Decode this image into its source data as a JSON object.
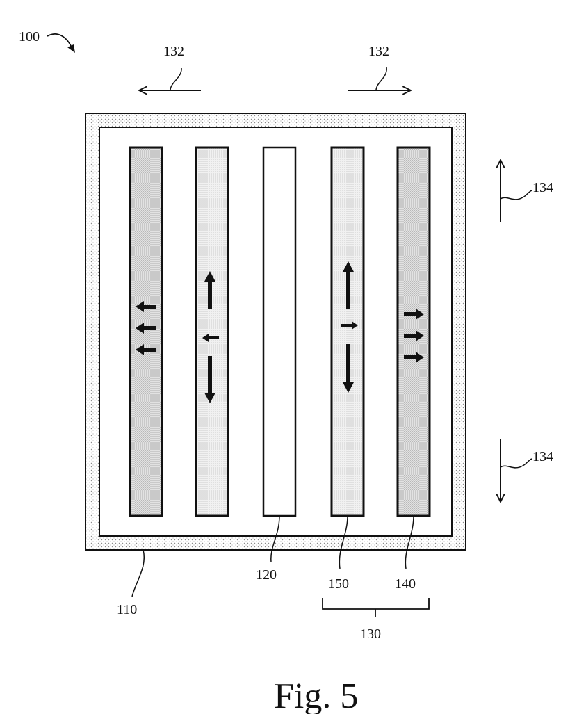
{
  "figure": {
    "caption": "Fig. 5",
    "colors": {
      "stroke": "#111111",
      "background": "#ffffff",
      "stipple": "#9a9a9a",
      "fill_light": "#ededed",
      "fill_dark": "#dcdcdc"
    },
    "labels": {
      "device": "100",
      "arrow_left_top": "132",
      "arrow_right_top": "132",
      "arrow_vertical_top": "134",
      "arrow_vertical_bottom": "134",
      "outer_frame": "110",
      "center_strip": "120",
      "strip_150": "150",
      "strip_140": "140",
      "strip_group": "130"
    }
  }
}
